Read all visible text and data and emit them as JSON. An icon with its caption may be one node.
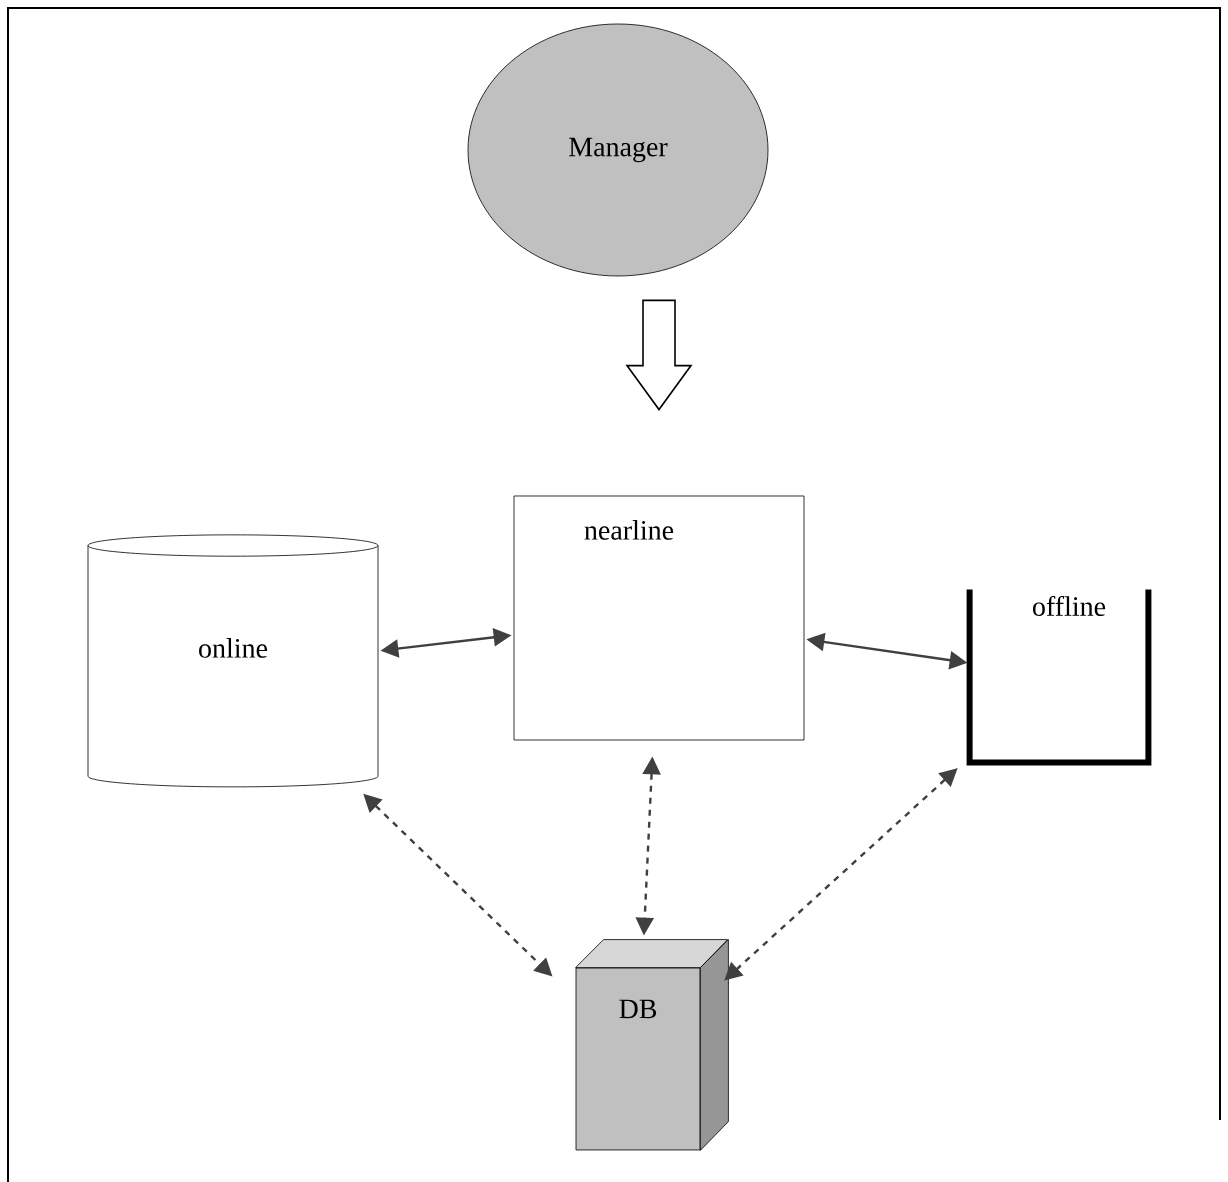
{
  "diagram": {
    "nodes": [
      {
        "text": [
          "Manager"
        ]
      },
      {
        "text": [
          "nearline"
        ]
      },
      {
        "text": [
          "online"
        ]
      },
      {
        "text": [
          "offline"
        ]
      },
      {
        "text": [
          "DB"
        ]
      }
    ],
    "edges": [
      {
        "from": 0,
        "to": 1,
        "arrow": "to",
        "style": "thick"
      },
      {
        "from": 2,
        "to": 1,
        "arrow": "both"
      },
      {
        "from": 1,
        "to": 3,
        "arrow": "both"
      },
      {
        "from": 1,
        "to": 4,
        "arrow": "both",
        "style": "dashed"
      },
      {
        "from": 2,
        "to": 4,
        "arrow": "both",
        "style": "dashed"
      },
      {
        "from": 3,
        "to": 4,
        "arrow": "both",
        "style": "dashed"
      }
    ]
  }
}
